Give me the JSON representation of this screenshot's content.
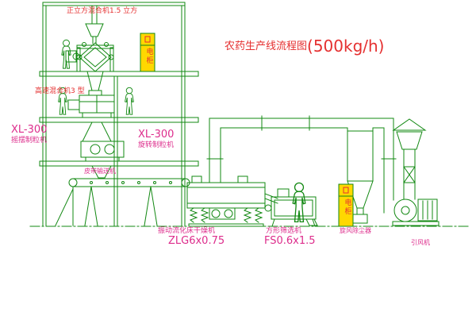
{
  "title": {
    "name": "农药生产线流程图",
    "capacity": "(500kg/h)"
  },
  "labels": {
    "cube_mixer": "正立方混合机1.5 立方",
    "high_speed_mixer": "高速混合机3 型",
    "granulator_left_model": "XL-300",
    "granulator_left_name": "摇摆制粒机",
    "granulator_mid_model": "XL-300",
    "granulator_mid_name": "旋转制粒机",
    "belt_conveyor": "皮带输送机",
    "dryer_name": "振动流化床干燥机",
    "dryer_model": "ZLG6x0.75",
    "sieve_name": "方形筛选机",
    "sieve_model": "FS0.6x1.5",
    "cyclone": "旋风除尘器",
    "fan": "引风机",
    "cabinet1": "电柜",
    "cabinet2": "电柜"
  },
  "colors": {
    "line": "#128812",
    "red": "#e53030",
    "magenta": "#dd2d8c",
    "cabfill": "#ffd800",
    "bg": "#ffffff"
  }
}
